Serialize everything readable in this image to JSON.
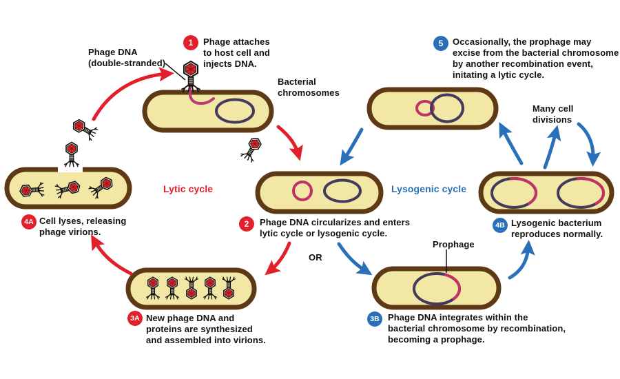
{
  "cycles": {
    "lytic": "Lytic cycle",
    "lysogenic": "Lysogenic cycle"
  },
  "labels": {
    "phage_dna": "Phage DNA\n(double-stranded)",
    "bacterial_chromosomes": "Bacterial\nchromosomes",
    "many_cell_divisions": "Many cell\ndivisions",
    "prophage": "Prophage",
    "or": "OR"
  },
  "steps": {
    "s1": {
      "num": "1",
      "text": "Phage attaches\nto host cell and\ninjects DNA."
    },
    "s2": {
      "num": "2",
      "text": "Phage DNA circularizes and enters\nlytic cycle or lysogenic cycle."
    },
    "s3a": {
      "num": "3A",
      "text": "New phage DNA and\nproteins are synthesized\nand assembled into virions."
    },
    "s4a": {
      "num": "4A",
      "text": "Cell lyses, releasing\nphage virions."
    },
    "s3b": {
      "num": "3B",
      "text": "Phage DNA integrates within the\nbacterial chromosome by recombination,\nbecoming a prophage."
    },
    "s4b": {
      "num": "4B",
      "text": "Lysogenic bacterium\nreproduces normally."
    },
    "s5": {
      "num": "5",
      "text": "Occasionally, the prophage may\nexcise from the bacterial chromosome\nby another recombination event,\ninitating a lytic cycle."
    }
  },
  "colors": {
    "lytic_red": "#e2202c",
    "lysogenic_blue": "#2a70b8",
    "cell_fill": "#f2e7a4",
    "cell_border": "#5d3916",
    "phage_dna_pink": "#c03168",
    "chromosome_purple": "#443a5c",
    "phage_head_red": "#d9252b"
  }
}
